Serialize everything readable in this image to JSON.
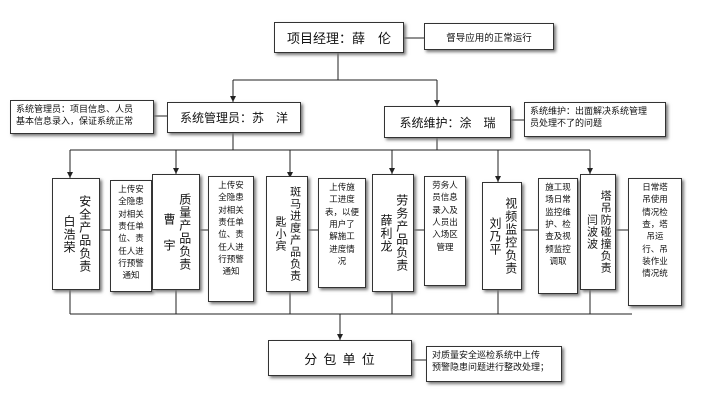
{
  "manager": {
    "title": "项目经理：薛　伦",
    "note": "督导应用的正常运行"
  },
  "sys_admin": {
    "title": "系统管理员：苏　洋",
    "note_lines": [
      "系统管理员：项目信息、人员",
      "基本信息录入，保证系统正常"
    ]
  },
  "sys_maint": {
    "title": "系统维护：涂　瑞",
    "note_lines": [
      "系统维护：出面解决系统管理",
      "员处理不了的问题"
    ]
  },
  "roles": [
    {
      "role": "安全产品负责",
      "person": "白浩荣",
      "desc": [
        "上传安",
        "全隐患",
        "对相关",
        "责任单",
        "位、责",
        "任人进",
        "行预警",
        "通知"
      ]
    },
    {
      "role": "质量产品负责",
      "person": "曹　宇",
      "desc": [
        "上传安",
        "全隐患",
        "对相关",
        "责任单",
        "位、责",
        "任人进",
        "行预警",
        "通知"
      ]
    },
    {
      "role": "斑马进度产品负责",
      "person": "匙小宾",
      "desc": [
        "上传施",
        "工进度",
        "表，以便",
        "用户了",
        "解施工",
        "进度情",
        "况"
      ]
    },
    {
      "role": "劳务产品负责",
      "person": "薛利龙",
      "desc": [
        "劳务人",
        "员信息",
        "录入及",
        "人员出",
        "入场区",
        "管理"
      ]
    },
    {
      "role": "视频监控负责",
      "person": "刘乃平",
      "desc": [
        "施工现",
        "场日常",
        "监控维",
        "护、检",
        "查及视",
        "频监控",
        "调取"
      ]
    },
    {
      "role": "塔吊防碰撞负责",
      "person": "闫波波",
      "desc": [
        "日常塔",
        "吊使用",
        "情况检",
        "查，塔",
        "吊运",
        "行、吊",
        "装作业",
        "情况统"
      ]
    }
  ],
  "subcontract": {
    "title": "分 包 单 位",
    "note_lines": [
      "对质量安全巡检系统中上传",
      "预警隐患问题进行整改处理；"
    ]
  }
}
